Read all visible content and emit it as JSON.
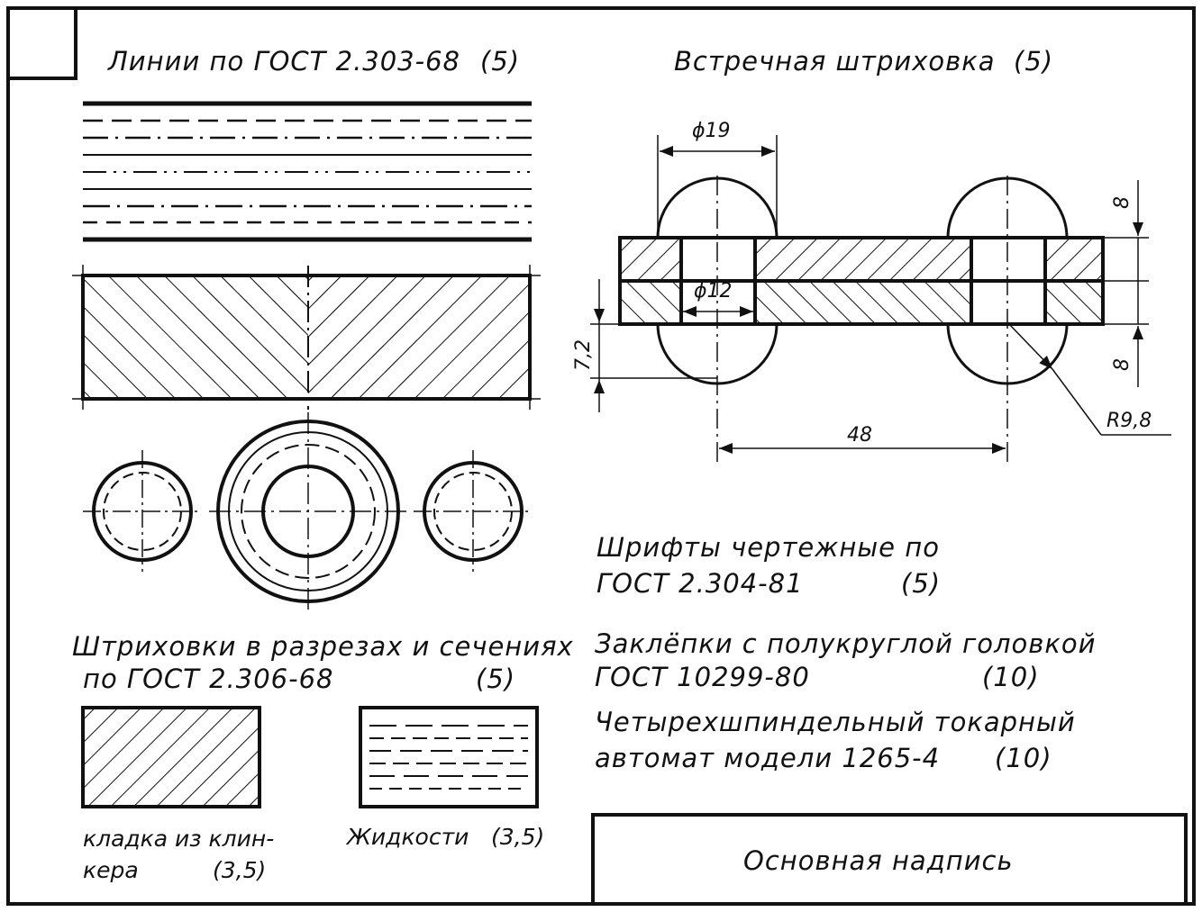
{
  "lines_section": {
    "title": "Линии по ГОСТ 2.303-68",
    "mark": "(5)"
  },
  "counter_hatch": {
    "title": "Встречная штриховка",
    "mark": "(5)"
  },
  "dimensions": {
    "d19": "ϕ19",
    "d12": "ϕ12",
    "h8_top": "8",
    "h8_bottom": "8",
    "v72": "7,2",
    "l48": "48",
    "r98": "R9,8"
  },
  "fonts_section": {
    "line1": "Шрифты чертежные по",
    "line2": "ГОСТ 2.304-81",
    "mark": "(5)"
  },
  "rivets_section": {
    "line1": "Заклёпки с полукруглой головкой",
    "line2": "ГОСТ 10299-80",
    "mark": "(10)"
  },
  "lathe_section": {
    "line1": "Четырехшпиндельный токарный",
    "line2": "автомат модели 1265-4",
    "mark": "(10)"
  },
  "hatch_section": {
    "line1": "Штриховки в разрезах и сечениях",
    "line2": "по ГОСТ 2.306-68",
    "mark": "(5)"
  },
  "clinker": {
    "line1": "кладка из клин-",
    "line2": "кера",
    "mark": "(3,5)"
  },
  "liquids": {
    "label": "Жидкости",
    "mark": "(3,5)"
  },
  "title_block": {
    "label": "Основная надпись"
  },
  "colors": {
    "ink": "#111111",
    "paper": "#ffffff"
  }
}
